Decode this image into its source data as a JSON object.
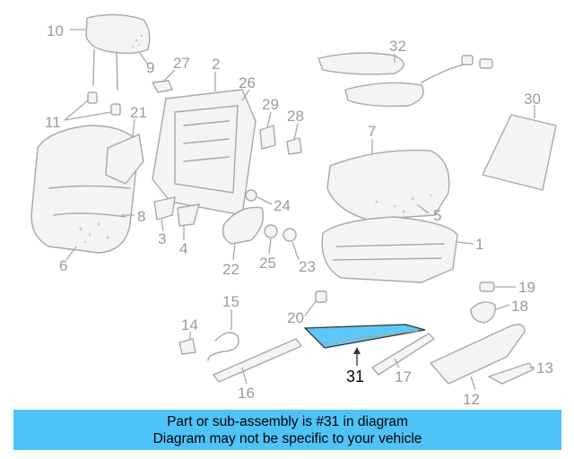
{
  "diagram": {
    "highlighted_part": "31",
    "highlight_color": "#5bc8f5",
    "callouts": [
      "10",
      "9",
      "27",
      "2",
      "26",
      "32",
      "30",
      "11",
      "21",
      "29",
      "28",
      "7",
      "5",
      "8",
      "24",
      "6",
      "3",
      "4",
      "22",
      "25",
      "23",
      "1",
      "19",
      "18",
      "20",
      "15",
      "14",
      "31",
      "17",
      "16",
      "12",
      "13"
    ]
  },
  "caption": {
    "line1": "Part or sub-assembly is #31 in diagram",
    "line2": "Diagram may not be specific to your vehicle",
    "background": "#4fc3f7"
  }
}
